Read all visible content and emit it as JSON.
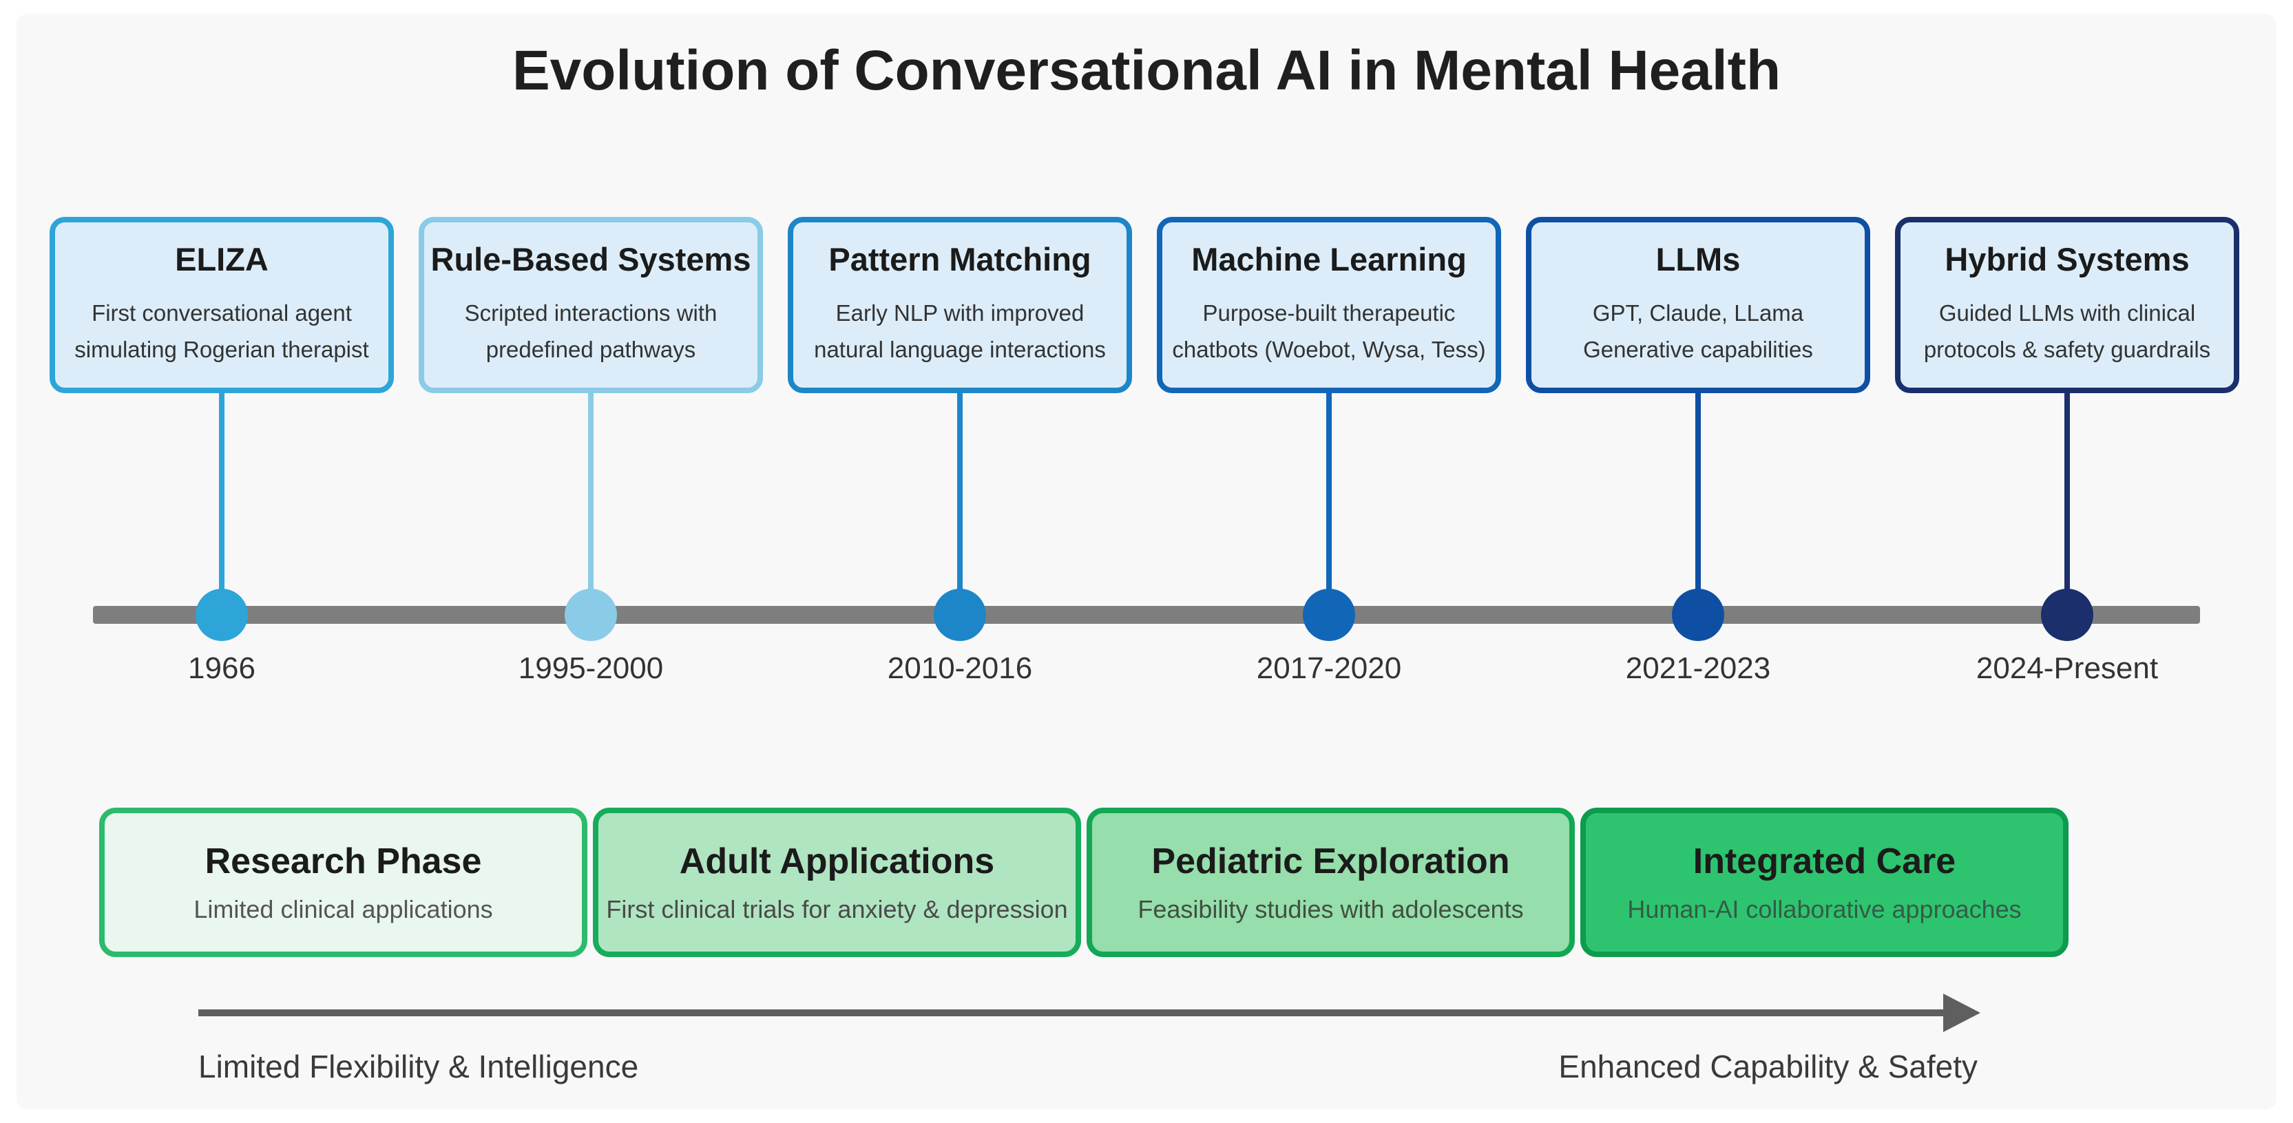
{
  "title": "Evolution of Conversational AI in Mental Health",
  "timeline": {
    "bar_color": "#7E7E7E",
    "box_fill": "#DCEDF9",
    "milestones": [
      {
        "title": "ELIZA",
        "description_lines": [
          "First conversational agent",
          "simulating Rogerian therapist"
        ],
        "period": "1966",
        "accent": "#2EA5D8"
      },
      {
        "title": "Rule-Based Systems",
        "description_lines": [
          "Scripted interactions with",
          "predefined pathways"
        ],
        "period": "1995-2000",
        "accent": "#8ACBE8"
      },
      {
        "title": "Pattern Matching",
        "description_lines": [
          "Early NLP with improved",
          "natural language interactions"
        ],
        "period": "2010-2016",
        "accent": "#1D86C8"
      },
      {
        "title": "Machine Learning",
        "description_lines": [
          "Purpose-built therapeutic",
          "chatbots (Woebot, Wysa, Tess)"
        ],
        "period": "2017-2020",
        "accent": "#1166B8"
      },
      {
        "title": "LLMs",
        "description_lines": [
          "GPT, Claude, LLama",
          "Generative capabilities"
        ],
        "period": "2021-2023",
        "accent": "#0E4FA3"
      },
      {
        "title": "Hybrid Systems",
        "description_lines": [
          "Guided LLMs with clinical",
          "protocols & safety guardrails"
        ],
        "period": "2024-Present",
        "accent": "#1A2F6B"
      }
    ]
  },
  "phases": [
    {
      "title": "Research Phase",
      "description": "Limited clinical applications",
      "fill": "#E9F7EE",
      "border": "#2CBA6C",
      "desc_color": "#555555"
    },
    {
      "title": "Adult Applications",
      "description": "First clinical trials for anxiety & depression",
      "fill": "#B0E5C1",
      "border": "#17AC5B",
      "desc_color": "#4A4A4A"
    },
    {
      "title": "Pediatric Exploration",
      "description": "Feasibility studies with adolescents",
      "fill": "#96DEAC",
      "border": "#12A754",
      "desc_color": "#40503F"
    },
    {
      "title": "Integrated Care",
      "description": "Human-AI collaborative approaches",
      "fill": "#2EC46F",
      "border": "#0D9B4D",
      "desc_color": "#335C47"
    }
  ],
  "spectrum": {
    "left_label": "Limited Flexibility & Intelligence",
    "right_label": "Enhanced Capability & Safety",
    "arrow_color": "#5F5F5F"
  }
}
